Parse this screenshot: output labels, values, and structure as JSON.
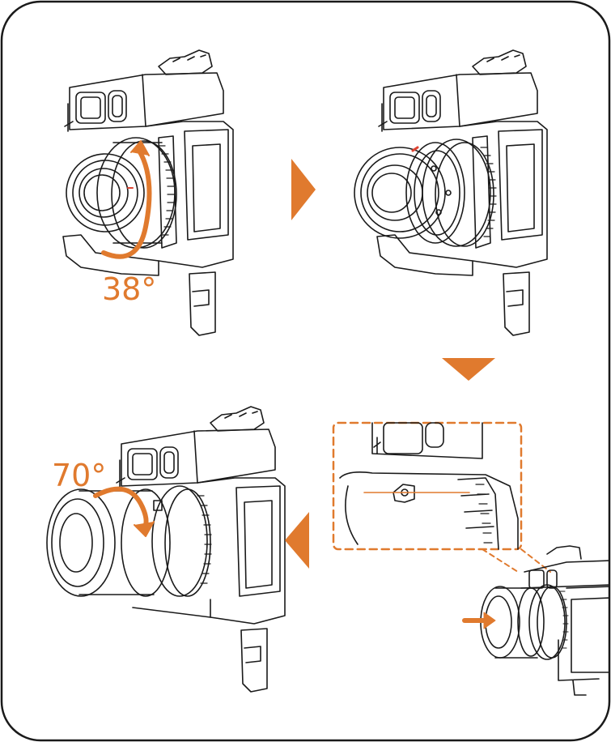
{
  "colors": {
    "accent": "#e07a2e",
    "line": "#1a1a1a",
    "bg": "#ffffff"
  },
  "steps": [
    {
      "angle_label": "38°",
      "rotation": "counter-clockwise"
    },
    {
      "angle_label": ""
    },
    {
      "angle_label": ""
    },
    {
      "angle_label": "70°",
      "rotation": "clockwise"
    }
  ],
  "arrows": [
    "right",
    "down",
    "left"
  ],
  "icons": [
    "camera-icon",
    "lens-icon",
    "rotate-arrow-icon",
    "push-arrow-icon",
    "detail-callout-box"
  ]
}
